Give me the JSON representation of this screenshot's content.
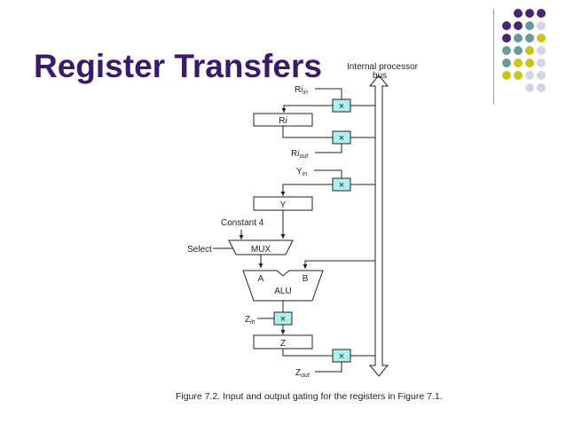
{
  "slide": {
    "title": "Register Transfers",
    "caption": "Figure 7.2.  Input and output gating for the registers in Figure 7.1."
  },
  "diagram": {
    "bus_label_line1": "Internal processor",
    "bus_label_line2": "bus",
    "ri_in": {
      "base": "R",
      "italic": "i",
      "sub": "in"
    },
    "ri": {
      "base": "R",
      "italic": "i"
    },
    "ri_out": {
      "base": "R",
      "italic": "i",
      "sub": "out"
    },
    "y_in": {
      "base": "Y",
      "sub": "in"
    },
    "y_register": "Y",
    "constant": "Constant 4",
    "select": "Select",
    "mux": "MUX",
    "alu": "ALU",
    "alu_a": "A",
    "alu_b": "B",
    "z_in": {
      "base": "Z",
      "sub": "in"
    },
    "z_register": "Z",
    "z_out": {
      "base": "Z",
      "sub": "out"
    },
    "gate_symbol": "×"
  },
  "colors": {
    "title": "#3b1a6b",
    "gate_fill": "#aef0f0",
    "purple_dot": "#4a2573",
    "teal_dot": "#6a9a9a",
    "yellow_dot": "#c9c51d",
    "lavender_dot": "#d4d4e6"
  },
  "decor_dot_colors": [
    [
      "purple_dot",
      "purple_dot",
      "purple_dot"
    ],
    [
      "purple_dot",
      "purple_dot",
      "teal_dot",
      "lavender_dot"
    ],
    [
      "purple_dot",
      "teal_dot",
      "teal_dot",
      "yellow_dot"
    ],
    [
      "teal_dot",
      "teal_dot",
      "yellow_dot",
      "lavender_dot"
    ],
    [
      "teal_dot",
      "yellow_dot",
      "yellow_dot",
      "lavender_dot"
    ],
    [
      "yellow_dot",
      "yellow_dot",
      "lavender_dot",
      "lavender_dot"
    ],
    [
      "lavender_dot",
      "lavender_dot"
    ]
  ]
}
